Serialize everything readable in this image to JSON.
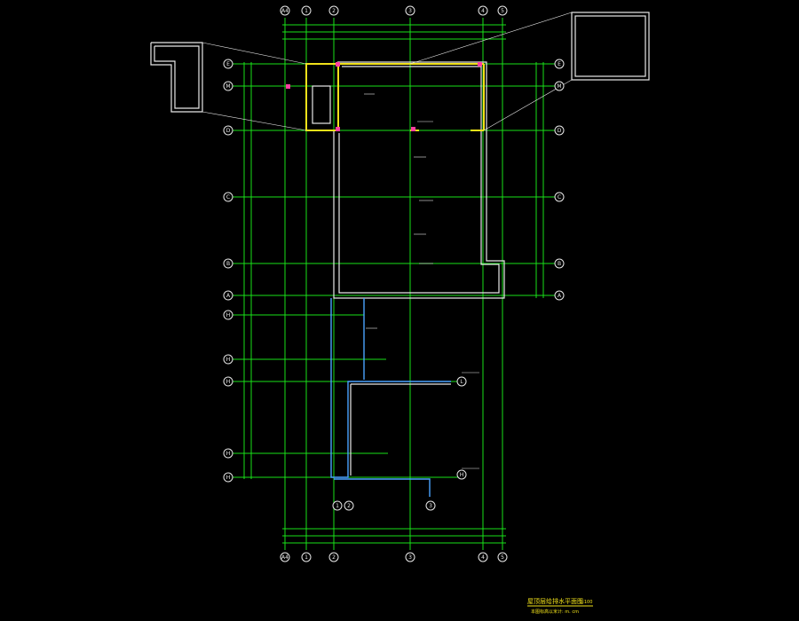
{
  "drawing": {
    "grid_top": [
      "A4",
      "1",
      "2",
      "3",
      "4",
      "5"
    ],
    "grid_bottom": [
      "A4",
      "1",
      "2",
      "3",
      "4",
      "5"
    ],
    "grid_rows_right": [
      "E",
      "M",
      "D",
      "C",
      "B",
      "A"
    ],
    "grid_rows_left_upper": [
      "E",
      "M",
      "D",
      "C",
      "B",
      "A"
    ],
    "grid_rows_left_lower": [
      "H",
      "H",
      "H",
      "H",
      "H"
    ],
    "lower_bubbles_right": [
      "L",
      "H"
    ],
    "lower_bubbles_bottom": [
      "1",
      "2",
      "3"
    ],
    "title": "屋顶层给排水平面图",
    "scale": "1:100",
    "subtitle": "本图标高以米计: m. cm",
    "colors": {
      "background": "#000000",
      "grid": "#19e019",
      "wall": "#e8e8e8",
      "pipe_blue": "#4aa3ff",
      "yellow": "#f2e21a",
      "marker": "#ff3fa0"
    }
  }
}
